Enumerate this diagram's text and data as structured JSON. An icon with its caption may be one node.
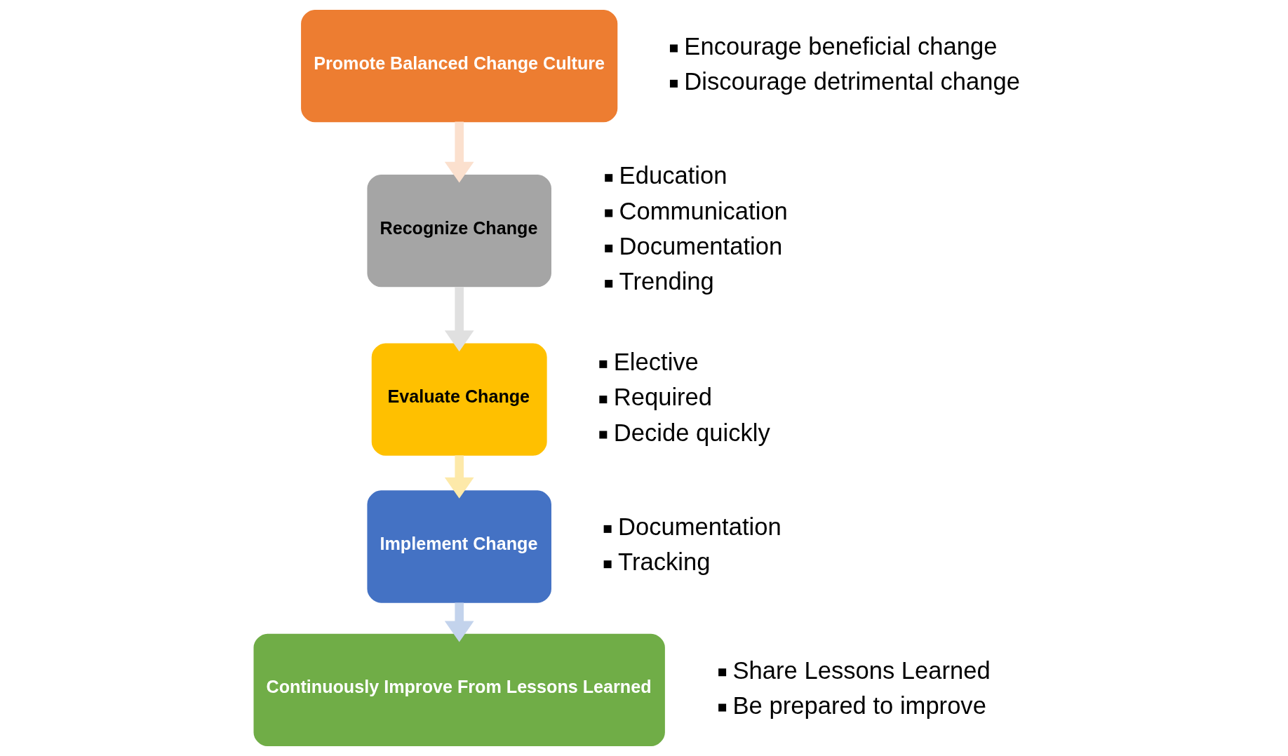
{
  "diagram": {
    "nodes": [
      {
        "text": [
          "Promote Balanced Change Culture"
        ],
        "beside": [
          "Encourage beneficial change",
          "Discourage detrimental change"
        ]
      },
      {
        "text": [
          "Recognize Change"
        ],
        "beside": [
          "Education",
          "Communication",
          "Documentation",
          "Trending"
        ]
      },
      {
        "text": [
          "Evaluate Change"
        ],
        "beside": [
          "Elective",
          "Required",
          "Decide quickly"
        ]
      },
      {
        "text": [
          "Implement Change"
        ],
        "beside": [
          "Documentation",
          "Tracking"
        ]
      },
      {
        "text": [
          "Continuously Improve From Lessons Learned"
        ],
        "beside": [
          "Share Lessons Learned",
          "Be prepared to improve"
        ]
      }
    ],
    "edges": [
      {
        "from": 0,
        "to": 1,
        "arrow": "to",
        "color": "#fbe0ce"
      },
      {
        "from": 1,
        "to": 2,
        "arrow": "to",
        "color": "#e0e0e0"
      },
      {
        "from": 2,
        "to": 3,
        "arrow": "to",
        "color": "#fde9a9"
      },
      {
        "from": 3,
        "to": 4,
        "arrow": "to",
        "color": "#c3d3ec"
      }
    ]
  }
}
